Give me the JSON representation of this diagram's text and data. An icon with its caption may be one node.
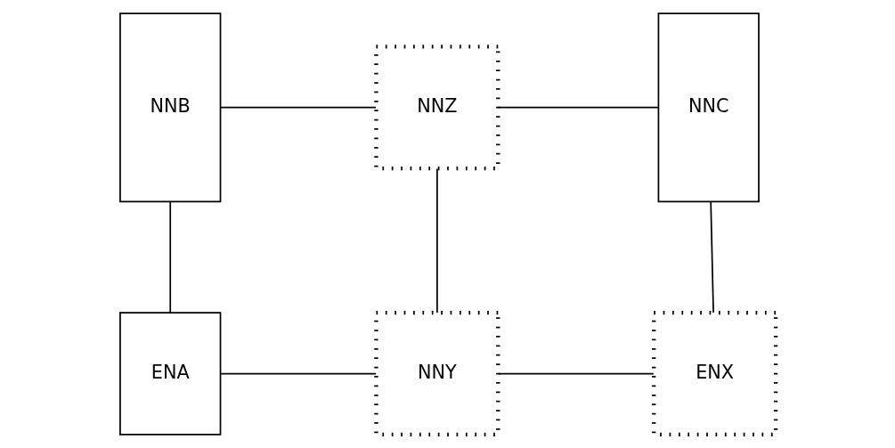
{
  "diagram": {
    "nodes": [
      {
        "text": [
          "NNB"
        ]
      },
      {
        "text": [
          "NNZ"
        ]
      },
      {
        "text": [
          "NNC"
        ]
      },
      {
        "text": [
          "ENA"
        ]
      },
      {
        "text": [
          "NNY"
        ]
      },
      {
        "text": [
          "ENX"
        ]
      }
    ],
    "edges": [
      {
        "from": 0,
        "to": 1,
        "arrow": "none"
      },
      {
        "from": 1,
        "to": 2,
        "arrow": "none"
      },
      {
        "from": 0,
        "to": 3,
        "arrow": "none"
      },
      {
        "from": 1,
        "to": 4,
        "arrow": "none"
      },
      {
        "from": 2,
        "to": 5,
        "arrow": "none"
      },
      {
        "from": 3,
        "to": 4,
        "arrow": "none"
      },
      {
        "from": 4,
        "to": 5,
        "arrow": "none"
      }
    ]
  }
}
